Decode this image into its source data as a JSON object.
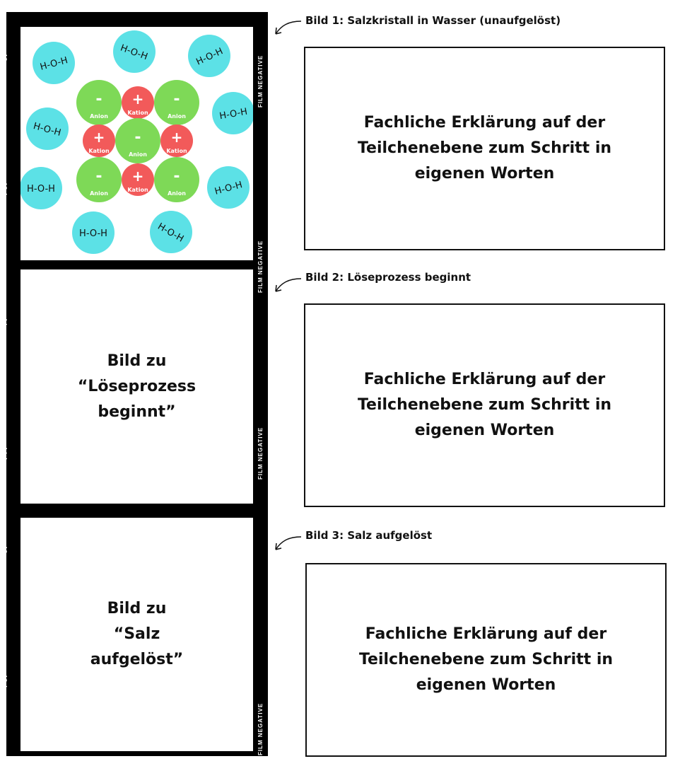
{
  "frames": [
    {
      "edge_top": "→ 13",
      "edge_bottom": "→ 13 A",
      "side": "FILM NEGATIVE",
      "caption": "Bild 1: Salzkristall in Wasser (unaufgelöst)",
      "explanation": "Fachliche Erklärung auf der Teilchenebene zum Schritt in eigenen Worten"
    },
    {
      "edge_top": "→ 14",
      "edge_bottom": "→ 14 A",
      "side": "FILM NEGATIVE",
      "placeholder": "Bild zu “Löseprozess beginnt”",
      "caption": "Bild 2: Löseprozess beginnt",
      "explanation": "Fachliche Erklärung auf der Teilchenebene zum Schritt in eigenen Worten"
    },
    {
      "edge_top": "→ 13",
      "edge_bottom": "→ 13 A",
      "side": "FILM NEGATIVE",
      "side2": "FILM NEGATIVE",
      "placeholder": "Bild zu “Salz aufgelöst”",
      "caption": "Bild 3: Salz aufgelöst",
      "explanation": "Fachliche Erklärung auf der Teilchenebene zum Schritt in eigenen Worten"
    }
  ],
  "crystal": {
    "anion_label": "Anion",
    "kation_label": "Kation",
    "anion_sign": "-",
    "kation_sign": "+",
    "water_label": "H-O-H",
    "colors": {
      "anion": "#7ed957",
      "kation": "#f25a5a",
      "water": "#5ce1e6"
    }
  }
}
